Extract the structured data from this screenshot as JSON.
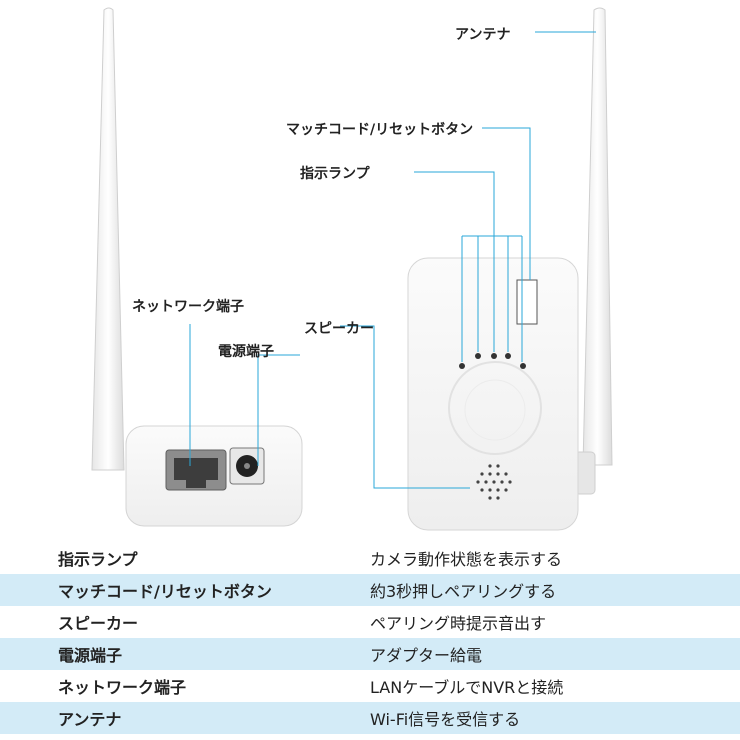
{
  "callouts": {
    "antenna": "アンテナ",
    "match_reset": "マッチコード/リセットボタン",
    "indicator": "指示ランプ",
    "network_port": "ネットワーク端子",
    "power_port": "電源端子",
    "speaker": "スピーカー"
  },
  "rows": [
    {
      "name": "指示ランプ",
      "desc": "カメラ動作状態を表示する"
    },
    {
      "name": "マッチコード/リセットボタン",
      "desc": "約3秒押しペアリングする"
    },
    {
      "name": "スピーカー",
      "desc": "ペアリング時提示音出す"
    },
    {
      "name": "電源端子",
      "desc": "アダプター給電"
    },
    {
      "name": "ネットワーク端子",
      "desc": "LANケーブルでNVRと接続"
    },
    {
      "name": "アンテナ",
      "desc": "Wi-Fi信号を受信する"
    }
  ],
  "colors": {
    "leader_line": "#2aa7d8",
    "row_highlight": "#d3ebf7",
    "device_body": "#f6f6f6"
  }
}
